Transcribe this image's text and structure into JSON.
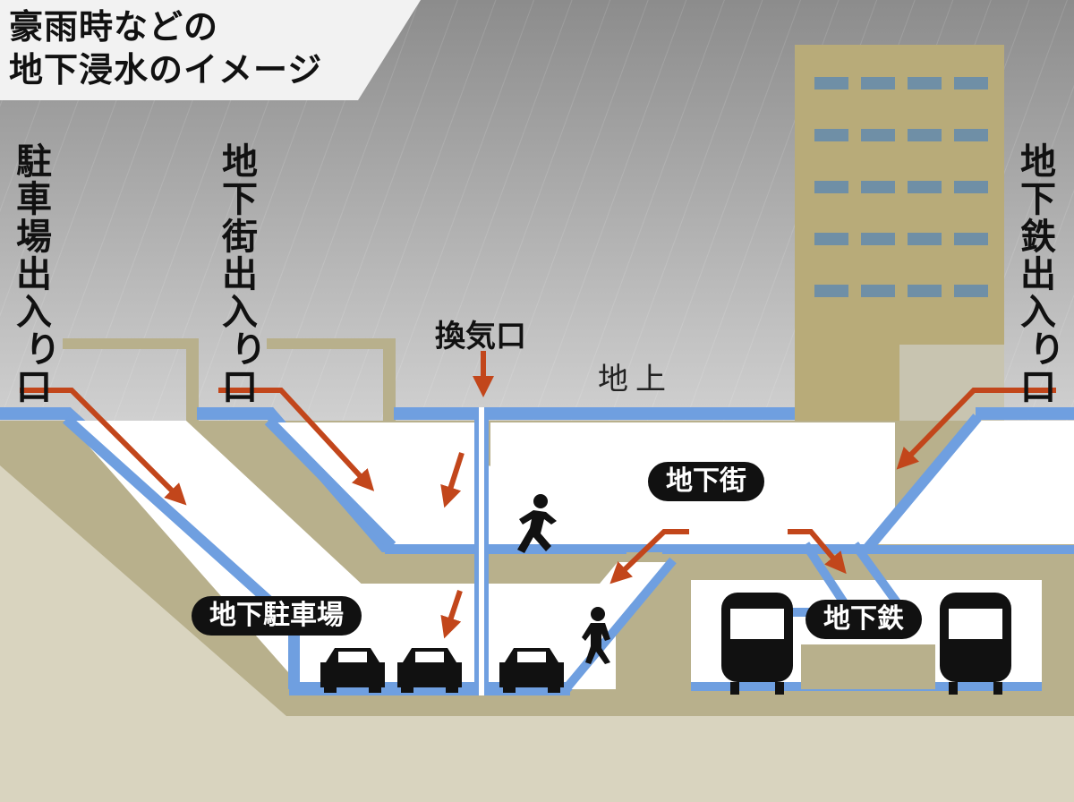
{
  "title": {
    "line1": "豪雨時などの",
    "line2": "地下浸水のイメージ"
  },
  "entrances": {
    "parking": "駐\n車\n場\n出\n入\n り\n口",
    "mall": "地\n下\n街\n出\n入\n り\n口",
    "subway": "地\n下\n鉄\n出\n入\n り\n口"
  },
  "labels": {
    "vent": "換気口",
    "ground": "地上",
    "underground_mall": "地下街",
    "underground_parking": "地下駐車場",
    "subway": "地下鉄"
  },
  "colors": {
    "sky_top": "#8f8f8f",
    "sky_bottom": "#cfcfcf",
    "soil": "#b8b08c",
    "soil_deep": "#d9d4bf",
    "water": "#6f9fe0",
    "arrow": "#c2461b",
    "building": "#b8ab79",
    "window": "#6f8fa6"
  }
}
